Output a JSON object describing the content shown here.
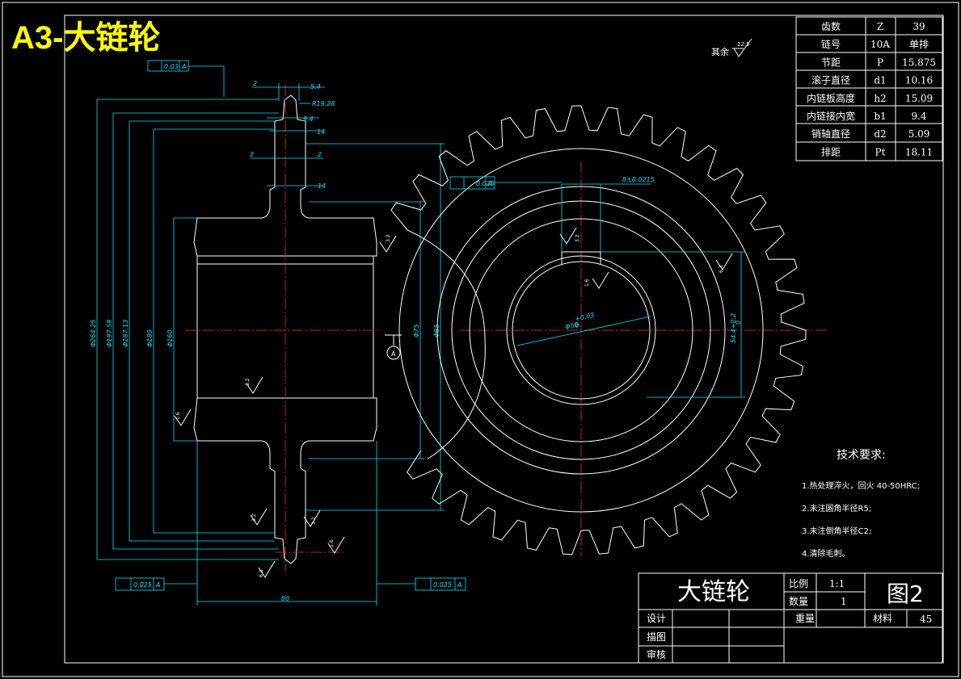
{
  "sheet_title": "A3-大链轮",
  "surface_note": "其余",
  "surface_note_value": "12.5",
  "param_table": [
    {
      "name": "齿数",
      "symbol": "Z",
      "value": "39"
    },
    {
      "name": "链号",
      "symbol": "10A",
      "value": "单排"
    },
    {
      "name": "节距",
      "symbol": "P",
      "value": "15.875"
    },
    {
      "name": "滚子直径",
      "symbol": "d1",
      "value": "10.16"
    },
    {
      "name": "内链板高度",
      "symbol": "h2",
      "value": "15.09"
    },
    {
      "name": "内链接内宽",
      "symbol": "b1",
      "value": "9.4"
    },
    {
      "name": "销轴直径",
      "symbol": "d2",
      "value": "5.09"
    },
    {
      "name": "排距",
      "symbol": "Pt",
      "value": "18.11"
    }
  ],
  "section_view": {
    "dims_top": [
      "2",
      "5.4",
      "R19.28",
      "9.4",
      "14",
      "2",
      "2",
      "14"
    ],
    "dims_left": [
      "Φ264.25",
      "Φ197.59",
      "Φ187.13",
      "Φ180",
      "Φ160"
    ],
    "dims_right": [
      "Φ75",
      "Φ85"
    ],
    "dim_bottom": "80",
    "datum": "A",
    "roughness": [
      "3.2",
      "1.6",
      "3.2",
      "3.2",
      "3.2",
      "1.6",
      "6.3"
    ],
    "runout_top": "0.03",
    "runout_left": "0.025",
    "runout_right": "0.025",
    "datum_ref": "A"
  },
  "front_view": {
    "flatness": "0.025",
    "datum_ref": "A",
    "keyway_sym": "8±0.0215",
    "bore_dim": "Φ50",
    "bore_tol_upper": "+0.03",
    "bore_tol_lower": "0",
    "key_dim": "54.4+0.2",
    "key_dim_lower": "0",
    "roughness": [
      "3.2",
      "1.6",
      "6.3"
    ]
  },
  "tech_req": {
    "heading": "技术要求:",
    "items": [
      "1.热处理淬火，回火 40-50HRC;",
      "2.未注圆角半径R5;",
      "3.未注倒角半径C2;",
      "4.清除毛刺。"
    ]
  },
  "title_block": {
    "part_name": "大链轮",
    "scale_label": "比例",
    "scale_value": "1:1",
    "qty_label": "数量",
    "qty_value": "1",
    "drawing_no": "图2",
    "design_label": "设计",
    "draw_label": "描图",
    "check_label": "审核",
    "weight_label": "重量",
    "material_label": "材料",
    "material_value": "45"
  }
}
